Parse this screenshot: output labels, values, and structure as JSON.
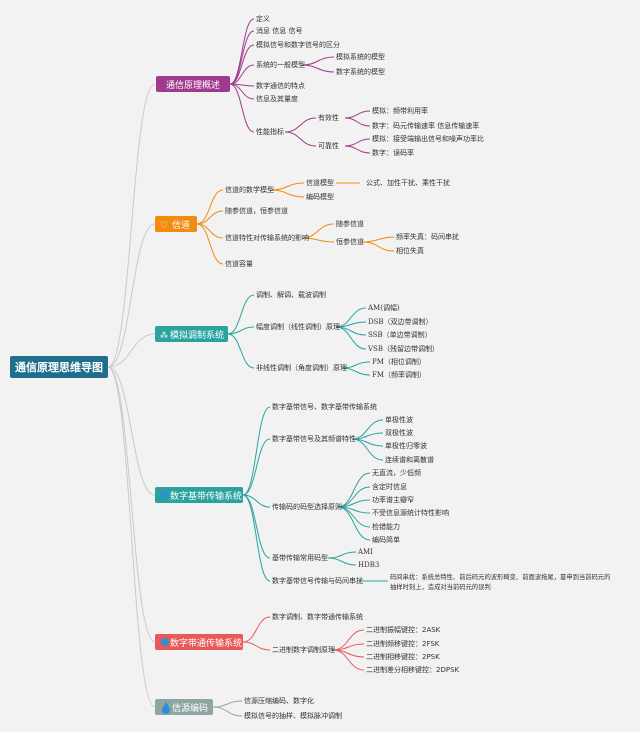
{
  "root": {
    "label": "通信原理思维导图",
    "color": "#1f6e8c"
  },
  "branches": [
    {
      "label": "通信原理概述",
      "color": "#a03a8c",
      "icon": "",
      "children": [
        {
          "label": "定义"
        },
        {
          "label": "消息 信息 信号"
        },
        {
          "label": "模拟信号和数字信号的区分"
        },
        {
          "label": "系统的一般模型",
          "children": [
            {
              "label": "模拟系统的模型"
            },
            {
              "label": "数字系统的模型"
            }
          ]
        },
        {
          "label": "数字通信的特点"
        },
        {
          "label": "信息及其量度"
        },
        {
          "label": "性能指标",
          "children": [
            {
              "label": "有效性",
              "children": [
                {
                  "label": "模拟：频带利用率"
                },
                {
                  "label": "数字：码元传输速率 信息传输速率"
                }
              ]
            },
            {
              "label": "可靠性",
              "children": [
                {
                  "label": "模拟：接受端输出信号和噪声功率比"
                },
                {
                  "label": "数字：误码率"
                }
              ]
            }
          ]
        }
      ]
    },
    {
      "label": "信道",
      "color": "#f08c10",
      "icon": "heart-icon",
      "children": [
        {
          "label": "信道的数学模型",
          "children": [
            {
              "label": "信道模型",
              "children": [
                {
                  "label": "公式、加性干扰、乘性干扰"
                }
              ]
            },
            {
              "label": "编码模型"
            }
          ]
        },
        {
          "label": "随参信道，恒参信道"
        },
        {
          "label": "信道特性对传输系统的影响",
          "children": [
            {
              "label": "随参信道"
            },
            {
              "label": "恒参信道",
              "children": [
                {
                  "label": "频率失真：码间串扰"
                },
                {
                  "label": "相位失真"
                }
              ]
            }
          ]
        },
        {
          "label": "信道容量"
        }
      ]
    },
    {
      "label": "模拟调制系统",
      "color": "#2aa39e",
      "icon": "wave-icon",
      "children": [
        {
          "label": "调制、解调、载波调制"
        },
        {
          "label": "幅度调制（线性调制）原理",
          "children": [
            {
              "label": "AM(调幅)",
              "serif": true
            },
            {
              "label": "DSB（双边带调制）",
              "serif": true
            },
            {
              "label": "SSB（单边带调制）",
              "serif": true
            },
            {
              "label": "VSB（残留边带调制）",
              "serif": true
            }
          ]
        },
        {
          "label": "非线性调制（角度调制）原理",
          "children": [
            {
              "label": "PM（相位调制）",
              "serif": true
            },
            {
              "label": "FM（频率调制）",
              "serif": true
            }
          ]
        }
      ]
    },
    {
      "label": "数字基带传输系统",
      "color": "#2aa39e",
      "icon": "circle-icon",
      "children": [
        {
          "label": "数字基带信号、数字基带传输系统"
        },
        {
          "label": "数字基带信号及其频谱特性",
          "children": [
            {
              "label": "单极性波"
            },
            {
              "label": "双极性波"
            },
            {
              "label": "单极性归零波"
            },
            {
              "label": "连续谱和离散谱"
            }
          ]
        },
        {
          "label": "传输码的码型选择原则",
          "children": [
            {
              "label": "无直流，少低频"
            },
            {
              "label": "含定时信息"
            },
            {
              "label": "功率谱主瓣窄"
            },
            {
              "label": "不受信息源统计特性影响"
            },
            {
              "label": "检错能力"
            },
            {
              "label": "编码简单"
            }
          ]
        },
        {
          "label": "基带传输常用码型",
          "children": [
            {
              "label": "AMI",
              "serif": true
            },
            {
              "label": "HDB3",
              "serif": true
            }
          ]
        },
        {
          "label": "数字基带信号传输与码间串扰",
          "children": [
            {
              "label": "码间串扰：系统总特性、前后码元的波形畸变、前面波拖尾，蔓申到当前码元的",
              "cont": "抽样时刻上，造成对当前码元的误判"
            }
          ]
        }
      ]
    },
    {
      "label": "数字带通传输系统",
      "color": "#e85a5a",
      "icon": "circle-icon",
      "children": [
        {
          "label": "数字调制、数字带通传输系统"
        },
        {
          "label": "二进制数字调制原理",
          "children": [
            {
              "label": "二进制振幅键控：2ASK"
            },
            {
              "label": "二进制频移键控：2FSK"
            },
            {
              "label": "二进制相移键控：2PSK"
            },
            {
              "label": "二进制差分相移键控：2DPSK"
            }
          ]
        }
      ]
    },
    {
      "label": "信源编码",
      "color": "#8fa5a4",
      "icon": "drop-icon",
      "children": [
        {
          "label": "信源压缩编码、数字化"
        },
        {
          "label": "模拟信号的抽样、模拟脉冲调制"
        }
      ]
    }
  ]
}
